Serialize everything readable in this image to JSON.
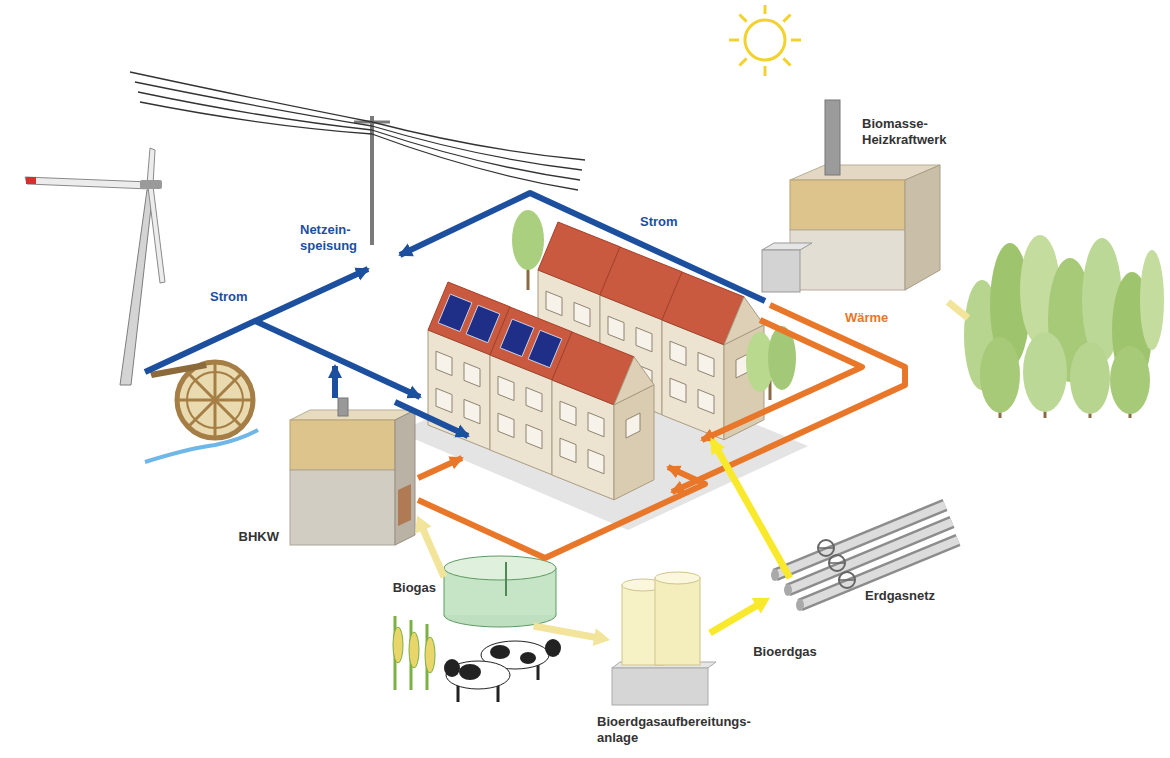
{
  "diagram": {
    "nodes": [
      {
        "text": [
          "Biomasse- Heizkraftwerk"
        ]
      },
      {
        "text": [
          "BHKW"
        ]
      },
      {
        "text": [
          "Biogas"
        ]
      },
      {
        "text": [
          "Erdgasnetz"
        ]
      },
      {
        "text": [
          "Bioerdgasaufbereitungs- anlage"
        ]
      }
    ],
    "edges": [
      {
        "from": 2,
        "to": 1,
        "arrow": "to"
      },
      {
        "from": 2,
        "to": 4,
        "arrow": "to"
      },
      {
        "from": 4,
        "to": 3,
        "label": "Bioerdgas",
        "arrow": "to"
      }
    ],
    "labels": [
      "Netzein- speisung",
      "Strom",
      "Strom",
      "Wärme"
    ]
  }
}
